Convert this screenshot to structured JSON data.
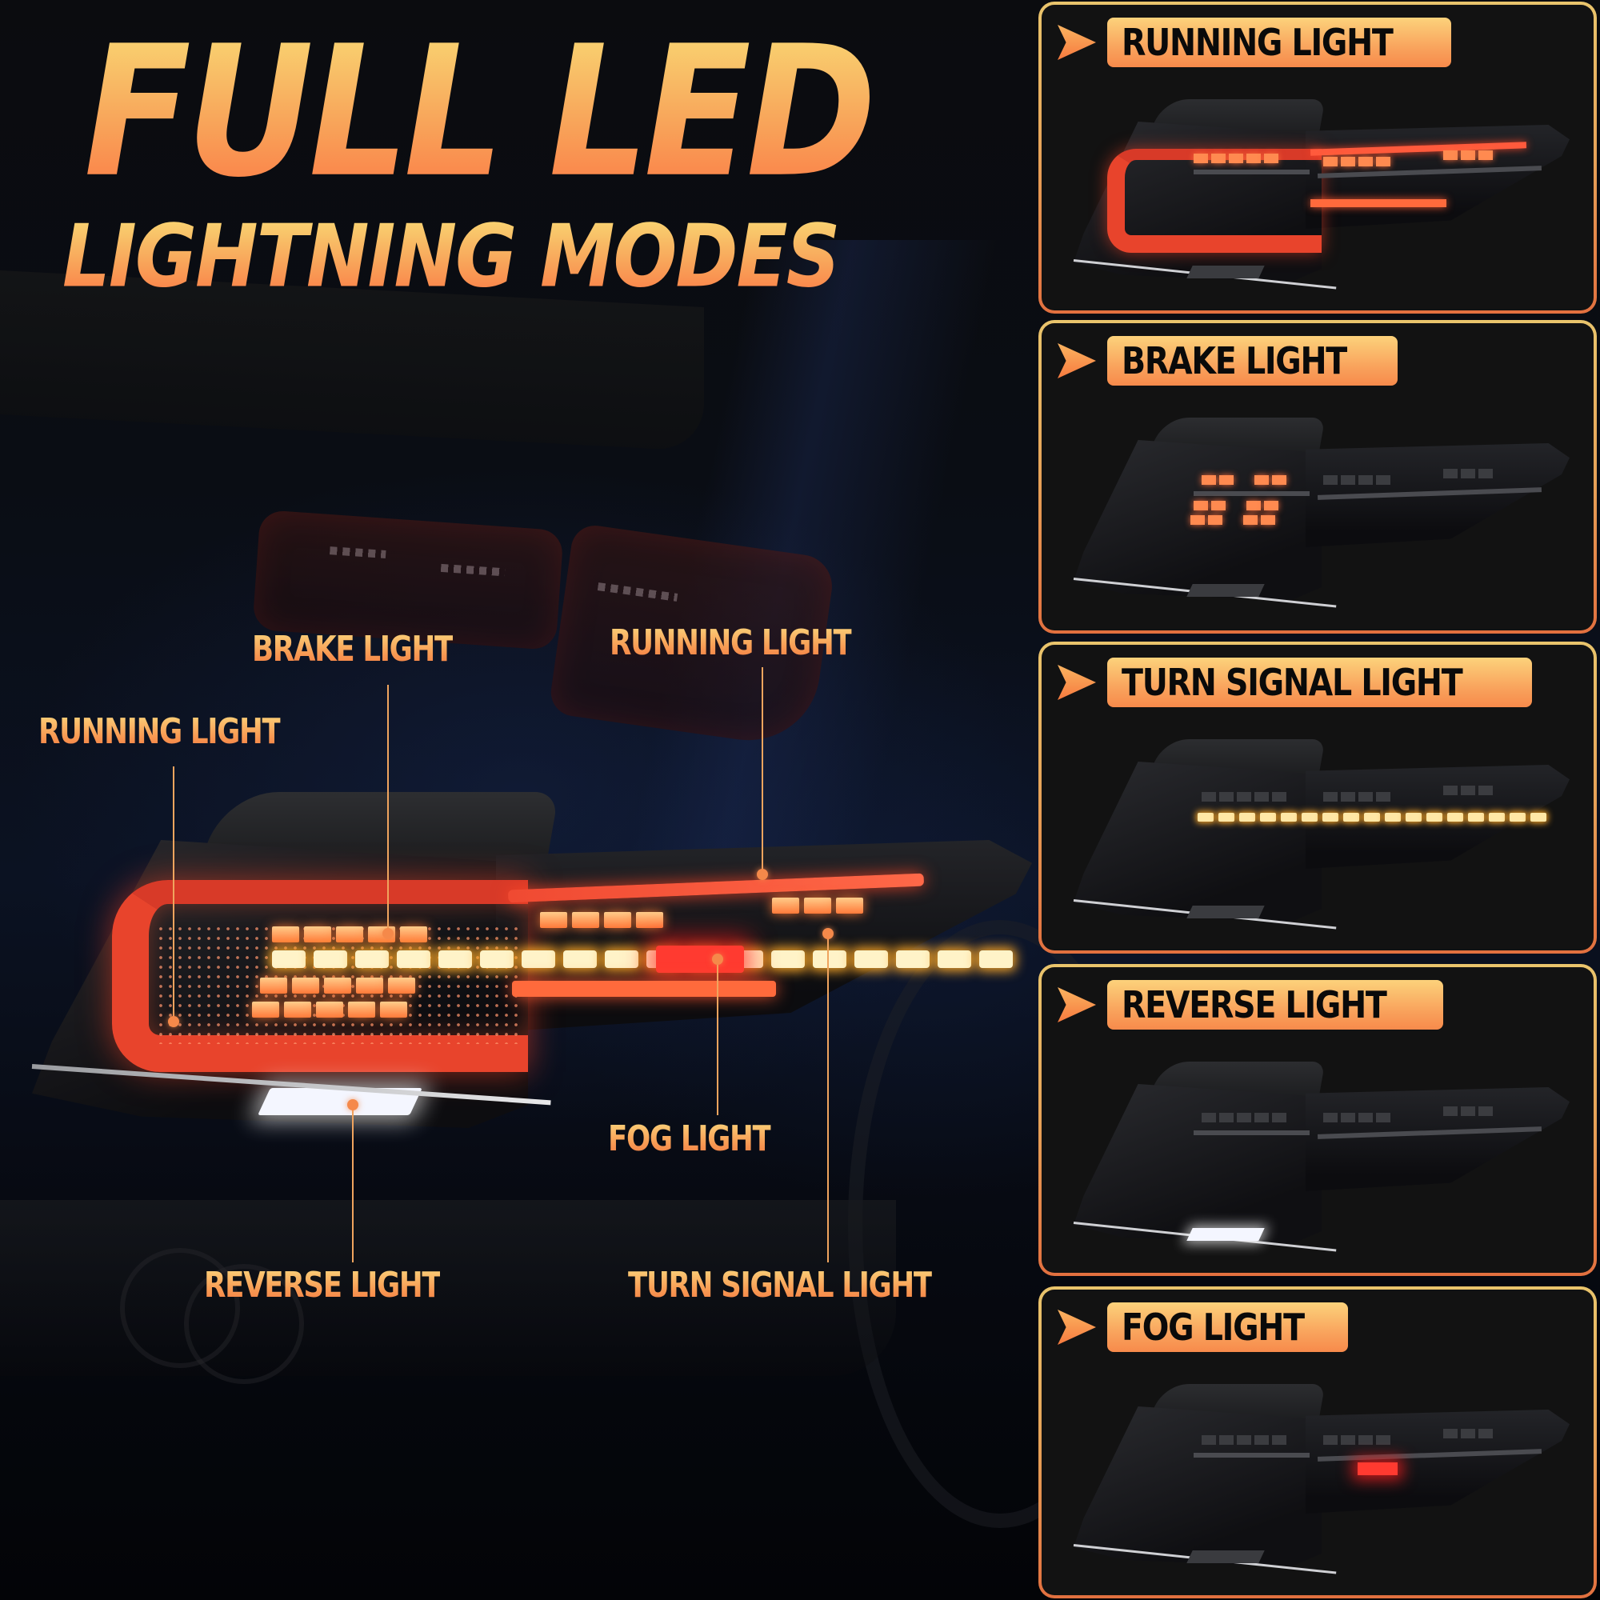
{
  "hero": {
    "title_line1": "FULL LED",
    "title_line2": "LIGHTNING MODES"
  },
  "callouts": [
    {
      "id": "brake",
      "label": "BRAKE LIGHT"
    },
    {
      "id": "running-left",
      "label": "RUNNING LIGHT"
    },
    {
      "id": "running-right",
      "label": "RUNNING LIGHT"
    },
    {
      "id": "fog",
      "label": "FOG LIGHT"
    },
    {
      "id": "reverse",
      "label": "REVERSE LIGHT"
    },
    {
      "id": "turn",
      "label": "TURN SIGNAL LIGHT"
    }
  ],
  "panels": [
    {
      "mode": "running",
      "label": "RUNNING LIGHT",
      "lit_color": "#e8442c"
    },
    {
      "mode": "brake",
      "label": "BRAKE LIGHT",
      "lit_color": "#ff5a40"
    },
    {
      "mode": "turn",
      "label": "TURN SIGNAL LIGHT",
      "lit_color": "#ffb030"
    },
    {
      "mode": "reverse",
      "label": "REVERSE LIGHT",
      "lit_color": "#f4f6ff"
    },
    {
      "mode": "fog",
      "label": "FOG LIGHT",
      "lit_color": "#ff2a2a"
    }
  ],
  "colors": {
    "title_gradient_top": "#f9d974",
    "title_gradient_bottom": "#fb7a45",
    "panel_border_top": "#e9c46c",
    "panel_border_bottom": "#e2703f",
    "panel_fill": "#121212",
    "pill_label_text": "#0a0a0a",
    "leader_line": "#f0a45e"
  }
}
